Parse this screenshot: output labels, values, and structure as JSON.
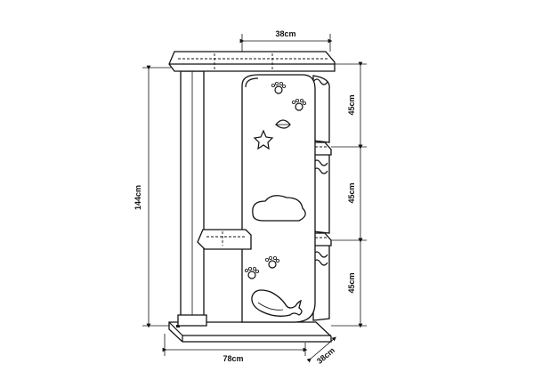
{
  "dimensions": {
    "top_depth": "38cm",
    "total_height": "144cm",
    "tier_top": "45cm",
    "tier_middle": "45cm",
    "tier_bottom": "45cm",
    "base_width": "78cm",
    "base_depth": "38cm"
  },
  "colors": {
    "line": "#111111",
    "background": "#ffffff"
  },
  "icons": [
    "paw-print-icon",
    "shell-icon",
    "starfish-icon",
    "cloud-icon",
    "whale-icon"
  ]
}
